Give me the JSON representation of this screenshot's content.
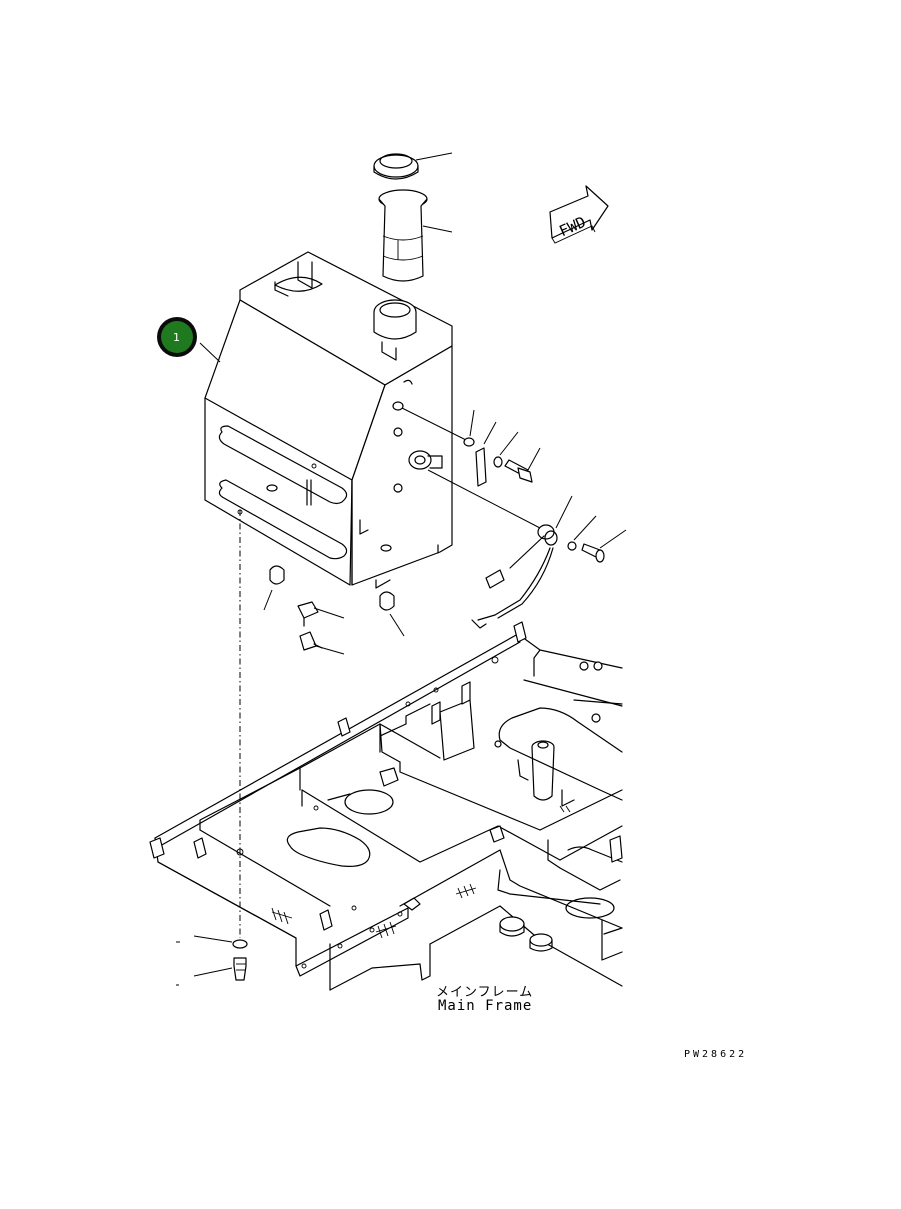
{
  "callout": {
    "number": "1",
    "color": "#1f7a1f"
  },
  "fwd_arrow": {
    "text": "FWD"
  },
  "frame_label": {
    "japanese": "メインフレーム",
    "english": "Main Frame"
  },
  "drawing_code": "PW28622"
}
